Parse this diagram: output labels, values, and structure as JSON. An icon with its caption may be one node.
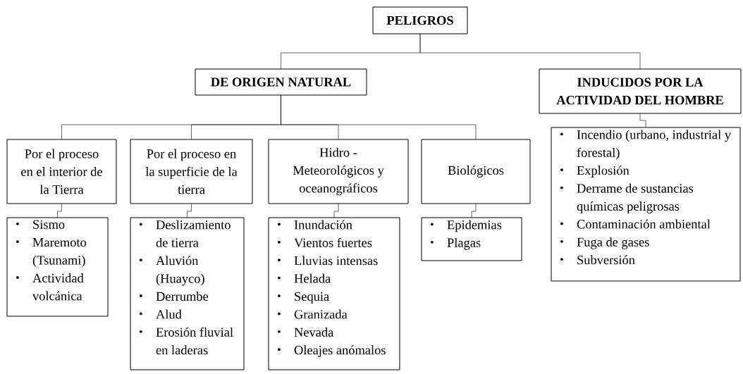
{
  "diagram": {
    "nodes": [
      {
        "text": [
          "PELIGROS"
        ]
      },
      {
        "text": [
          "DE ORIGEN NATURAL"
        ]
      },
      {
        "text": [
          "INDUCIDOS POR LA ACTIVIDAD DEL HOMBRE"
        ]
      },
      {
        "text": [
          "Por el proceso en el interior de la Tierra"
        ]
      },
      {
        "text": [
          "Por el proceso en la superficie de la tierra"
        ]
      },
      {
        "text": [
          "Hidro - Meteorológicos y oceanográficos"
        ]
      },
      {
        "text": [
          "Biológicos"
        ]
      },
      {
        "text": [
          "Sismo",
          "Maremoto (Tsunami)",
          "Actividad volcánica"
        ]
      },
      {
        "text": [
          "Deslizamiento de tierra",
          "Aluvión (Huayco)",
          "Derrumbe",
          "Alud",
          "Erosión fluvial en laderas"
        ]
      },
      {
        "text": [
          "Inundación",
          "Vientos fuertes",
          "Lluvias intensas",
          "Helada",
          "Sequia",
          "Granizada",
          "Nevada",
          "Oleajes anómalos"
        ]
      },
      {
        "text": [
          "Epidemias",
          "Plagas"
        ]
      },
      {
        "text": [
          "Incendio (urbano, industrial y forestal)",
          "Explosión",
          "Derrame de sustancias químicas peligrosas",
          "Contaminación ambiental",
          "Fuga de gases",
          "Subversión"
        ]
      }
    ],
    "edges": [
      {
        "from": 0,
        "to": 1,
        "arrow": "none"
      },
      {
        "from": 0,
        "to": 2,
        "arrow": "none"
      },
      {
        "from": 1,
        "to": 3,
        "arrow": "none"
      },
      {
        "from": 1,
        "to": 4,
        "arrow": "none"
      },
      {
        "from": 1,
        "to": 5,
        "arrow": "none"
      },
      {
        "from": 1,
        "to": 6,
        "arrow": "none"
      },
      {
        "from": 3,
        "to": 7,
        "arrow": "none"
      },
      {
        "from": 4,
        "to": 8,
        "arrow": "none"
      },
      {
        "from": 5,
        "to": 9,
        "arrow": "none"
      },
      {
        "from": 6,
        "to": 10,
        "arrow": "none"
      },
      {
        "from": 2,
        "to": 11,
        "arrow": "none"
      }
    ]
  }
}
